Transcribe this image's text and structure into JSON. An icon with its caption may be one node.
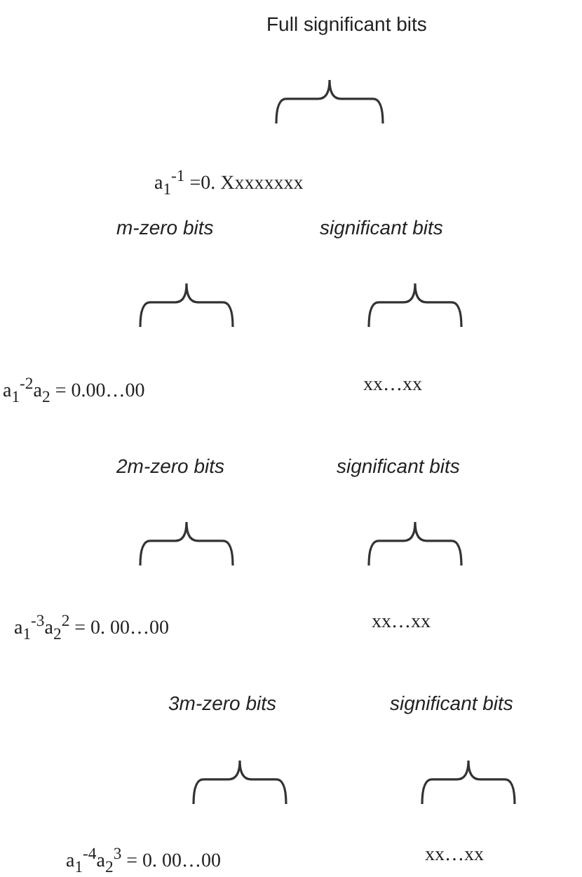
{
  "diagram": {
    "labels": [
      "Full significant bits",
      "a$_{1}$$^{-1}$ =0. Xxxxxxxx",
      "m-zero bits",
      "significant bits",
      "a$_{1}$$^{-2}$a$_{2}$ = 0.00…00",
      "xx…xx",
      "2m-zero bits",
      "significant bits",
      "a$_{1}$$^{-3}$a$_{2}$$^{2}$ = 0. 00…00",
      "xx…xx",
      "3m-zero bits",
      "significant bits",
      "a$_{1}$$^{-4}$a$_{2}$$^{3}$ = 0. 00…00",
      "xx…xx"
    ]
  }
}
